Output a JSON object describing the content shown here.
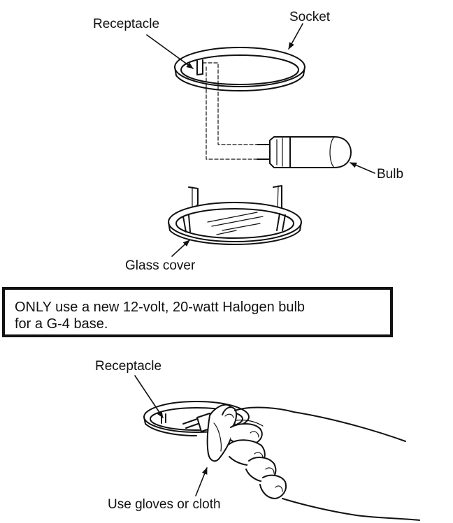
{
  "labels": {
    "receptacle_top": "Receptacle",
    "socket": "Socket",
    "bulb": "Bulb",
    "glass_cover": "Glass cover",
    "receptacle_bottom": "Receptacle",
    "gloves": "Use gloves or cloth"
  },
  "warning": {
    "line1": "ONLY use a new 12-volt, 20-watt Halogen bulb",
    "line2": "for a G-4 base."
  }
}
